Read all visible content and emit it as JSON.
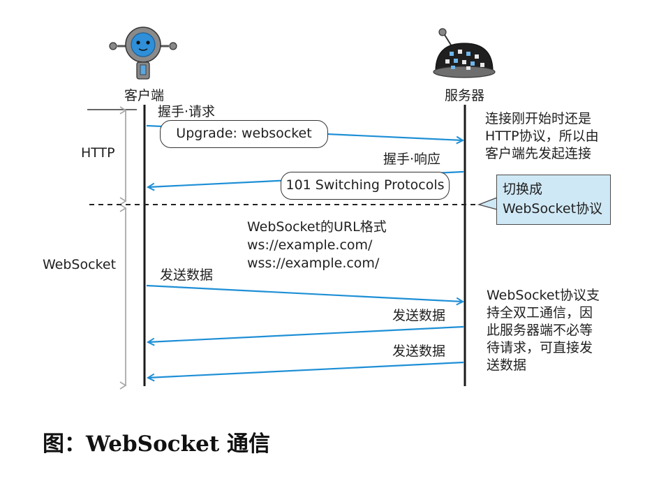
{
  "actors": {
    "client": "客户端",
    "server": "服务器"
  },
  "phases": {
    "http": "HTTP",
    "websocket": "WebSocket"
  },
  "messages": {
    "handshake_request_label": "握手·请求",
    "handshake_request_pill": "Upgrade: websocket",
    "handshake_response_label": "握手·响应",
    "handshake_response_pill": "101 Switching Protocols",
    "send_data_1": "发送数据",
    "send_data_2": "发送数据",
    "send_data_3": "发送数据"
  },
  "url_format": {
    "title": "WebSocket的URL格式",
    "ws": "ws://example.com/",
    "wss": "wss://example.com/"
  },
  "notes": {
    "http_note": [
      "连接刚开始时还是",
      "HTTP协议，所以由",
      "客户端先发起连接"
    ],
    "switch_callout": [
      "切换成",
      "WebSocket协议"
    ],
    "ws_note": [
      "WebSocket协议支",
      "持全双工通信，因",
      "此服务器端不必等",
      "待请求，可直接发",
      "送数据"
    ]
  },
  "caption": "图：WebSocket 通信",
  "colors": {
    "arrow": "#1e8fd6",
    "callout_fill": "#cfe8f5",
    "phase_bar": "#a9a9a9",
    "lifeline": "#1a1a1a"
  },
  "icons": {
    "client": "robot-client-icon",
    "server": "bug-robot-server-icon"
  }
}
